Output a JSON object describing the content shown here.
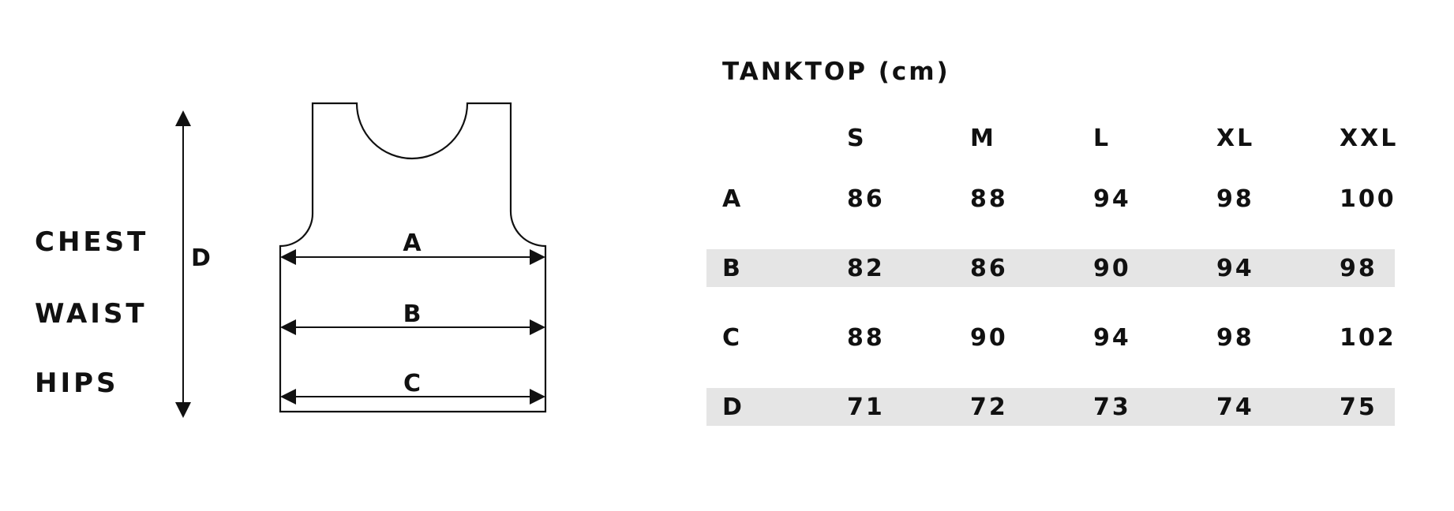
{
  "labels": {
    "chest": "CHEST",
    "waist": "WAIST",
    "hips": "HIPS",
    "d": "D",
    "a": "A",
    "b": "B",
    "c": "C"
  },
  "table": {
    "title": "TANKTOP (cm)",
    "sizes": [
      "S",
      "M",
      "L",
      "XL",
      "XXL"
    ],
    "rows": [
      {
        "label": "A",
        "values": [
          "86",
          "88",
          "94",
          "98",
          "100"
        ]
      },
      {
        "label": "B",
        "values": [
          "82",
          "86",
          "90",
          "94",
          "98"
        ]
      },
      {
        "label": "C",
        "values": [
          "88",
          "90",
          "94",
          "98",
          "102"
        ]
      },
      {
        "label": "D",
        "values": [
          "71",
          "72",
          "73",
          "74",
          "75"
        ]
      }
    ]
  },
  "colors": {
    "ink": "#111111",
    "row_shade": "#e5e5e5",
    "background": "#ffffff"
  }
}
